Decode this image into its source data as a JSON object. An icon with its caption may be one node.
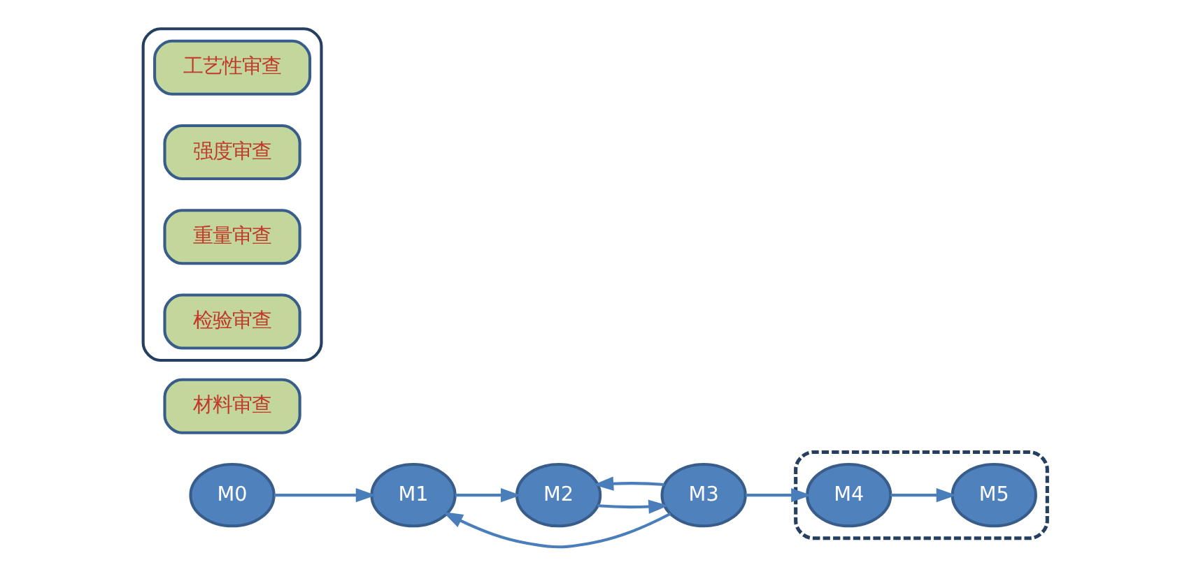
{
  "diagram": {
    "nodes": [
      {
        "text": [
          "M0"
        ]
      },
      {
        "text": [
          "M1"
        ]
      },
      {
        "text": [
          "M2"
        ]
      },
      {
        "text": [
          "M3"
        ]
      },
      {
        "text": [],
        "shape": "box"
      },
      {
        "text": [
          "M4"
        ],
        "in": 4
      },
      {
        "text": [
          "M5"
        ],
        "in": 4
      },
      {
        "text": [
          "材料审查"
        ]
      },
      {
        "text": [],
        "shape": "box"
      },
      {
        "text": [
          "工艺性审查"
        ],
        "in": 8
      },
      {
        "text": [
          "强度审查"
        ],
        "in": 8
      },
      {
        "text": [
          "重量审查"
        ],
        "in": 8
      },
      {
        "text": [
          "检验审查"
        ],
        "in": 8
      }
    ],
    "edges": [
      {
        "from": 0,
        "to": 1,
        "arrow": "to"
      },
      {
        "from": 1,
        "to": 2,
        "arrow": "to"
      },
      {
        "from": 2,
        "to": 3,
        "arrow": "to"
      },
      {
        "from": 3,
        "to": 5,
        "arrow": "to"
      },
      {
        "from": 5,
        "to": 6,
        "arrow": "to"
      },
      {
        "from": 3,
        "to": 1,
        "arrow": "to"
      },
      {
        "from": 3,
        "to": 2,
        "arrow": "to"
      }
    ]
  }
}
